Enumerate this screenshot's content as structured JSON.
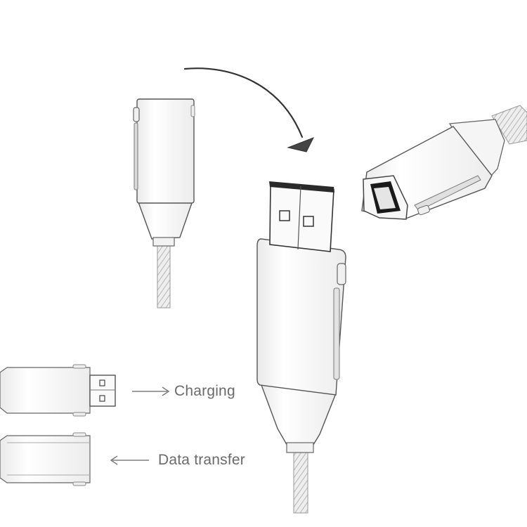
{
  "illustration": {
    "subject": "USB cable with magnetic female USB adapter",
    "labels": {
      "charging": "Charging",
      "data_transfer": "Data transfer"
    },
    "colors": {
      "background": "#ffffff",
      "line": "#555555",
      "fill": "#f4f4f4",
      "text": "#6a6a6a"
    }
  }
}
